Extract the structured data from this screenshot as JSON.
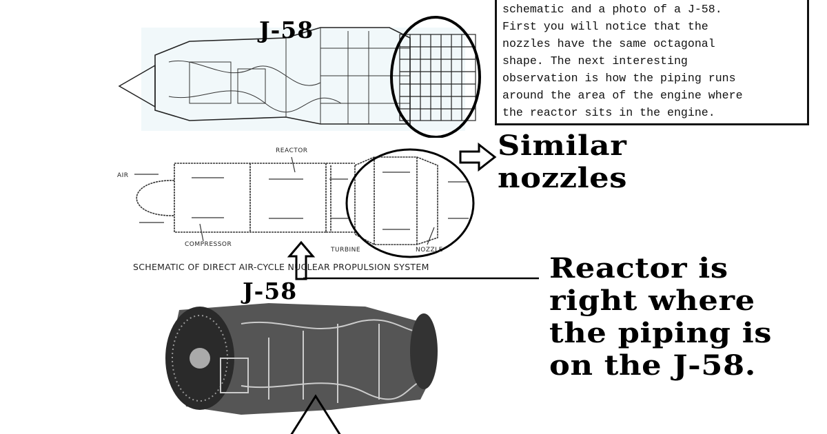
{
  "annotation_box": {
    "lines": [
      "schematic and a photo of a J-58.",
      "First you will notice that the",
      "nozzles have the same octagonal",
      "shape. The next interesting",
      "observation is how the piping runs",
      "around the area of the engine where",
      "the reactor sits in the engine."
    ]
  },
  "callouts": {
    "similar_nozzles": [
      "Similar",
      "nozzles"
    ],
    "reactor": [
      "Reactor is",
      "right where",
      "the piping is",
      "on the J-58."
    ]
  },
  "engine_labels": {
    "top": "J-58",
    "bottom": "J-58"
  },
  "schematic": {
    "labels": {
      "air": "AIR",
      "reactor": "REACTOR",
      "compressor": "COMPRESSOR",
      "turbine": "TURBINE",
      "nozzle": "NOZZLE"
    },
    "caption": "SCHEMATIC OF DIRECT AIR-CYCLE NUCLEAR PROPULSION SYSTEM"
  }
}
